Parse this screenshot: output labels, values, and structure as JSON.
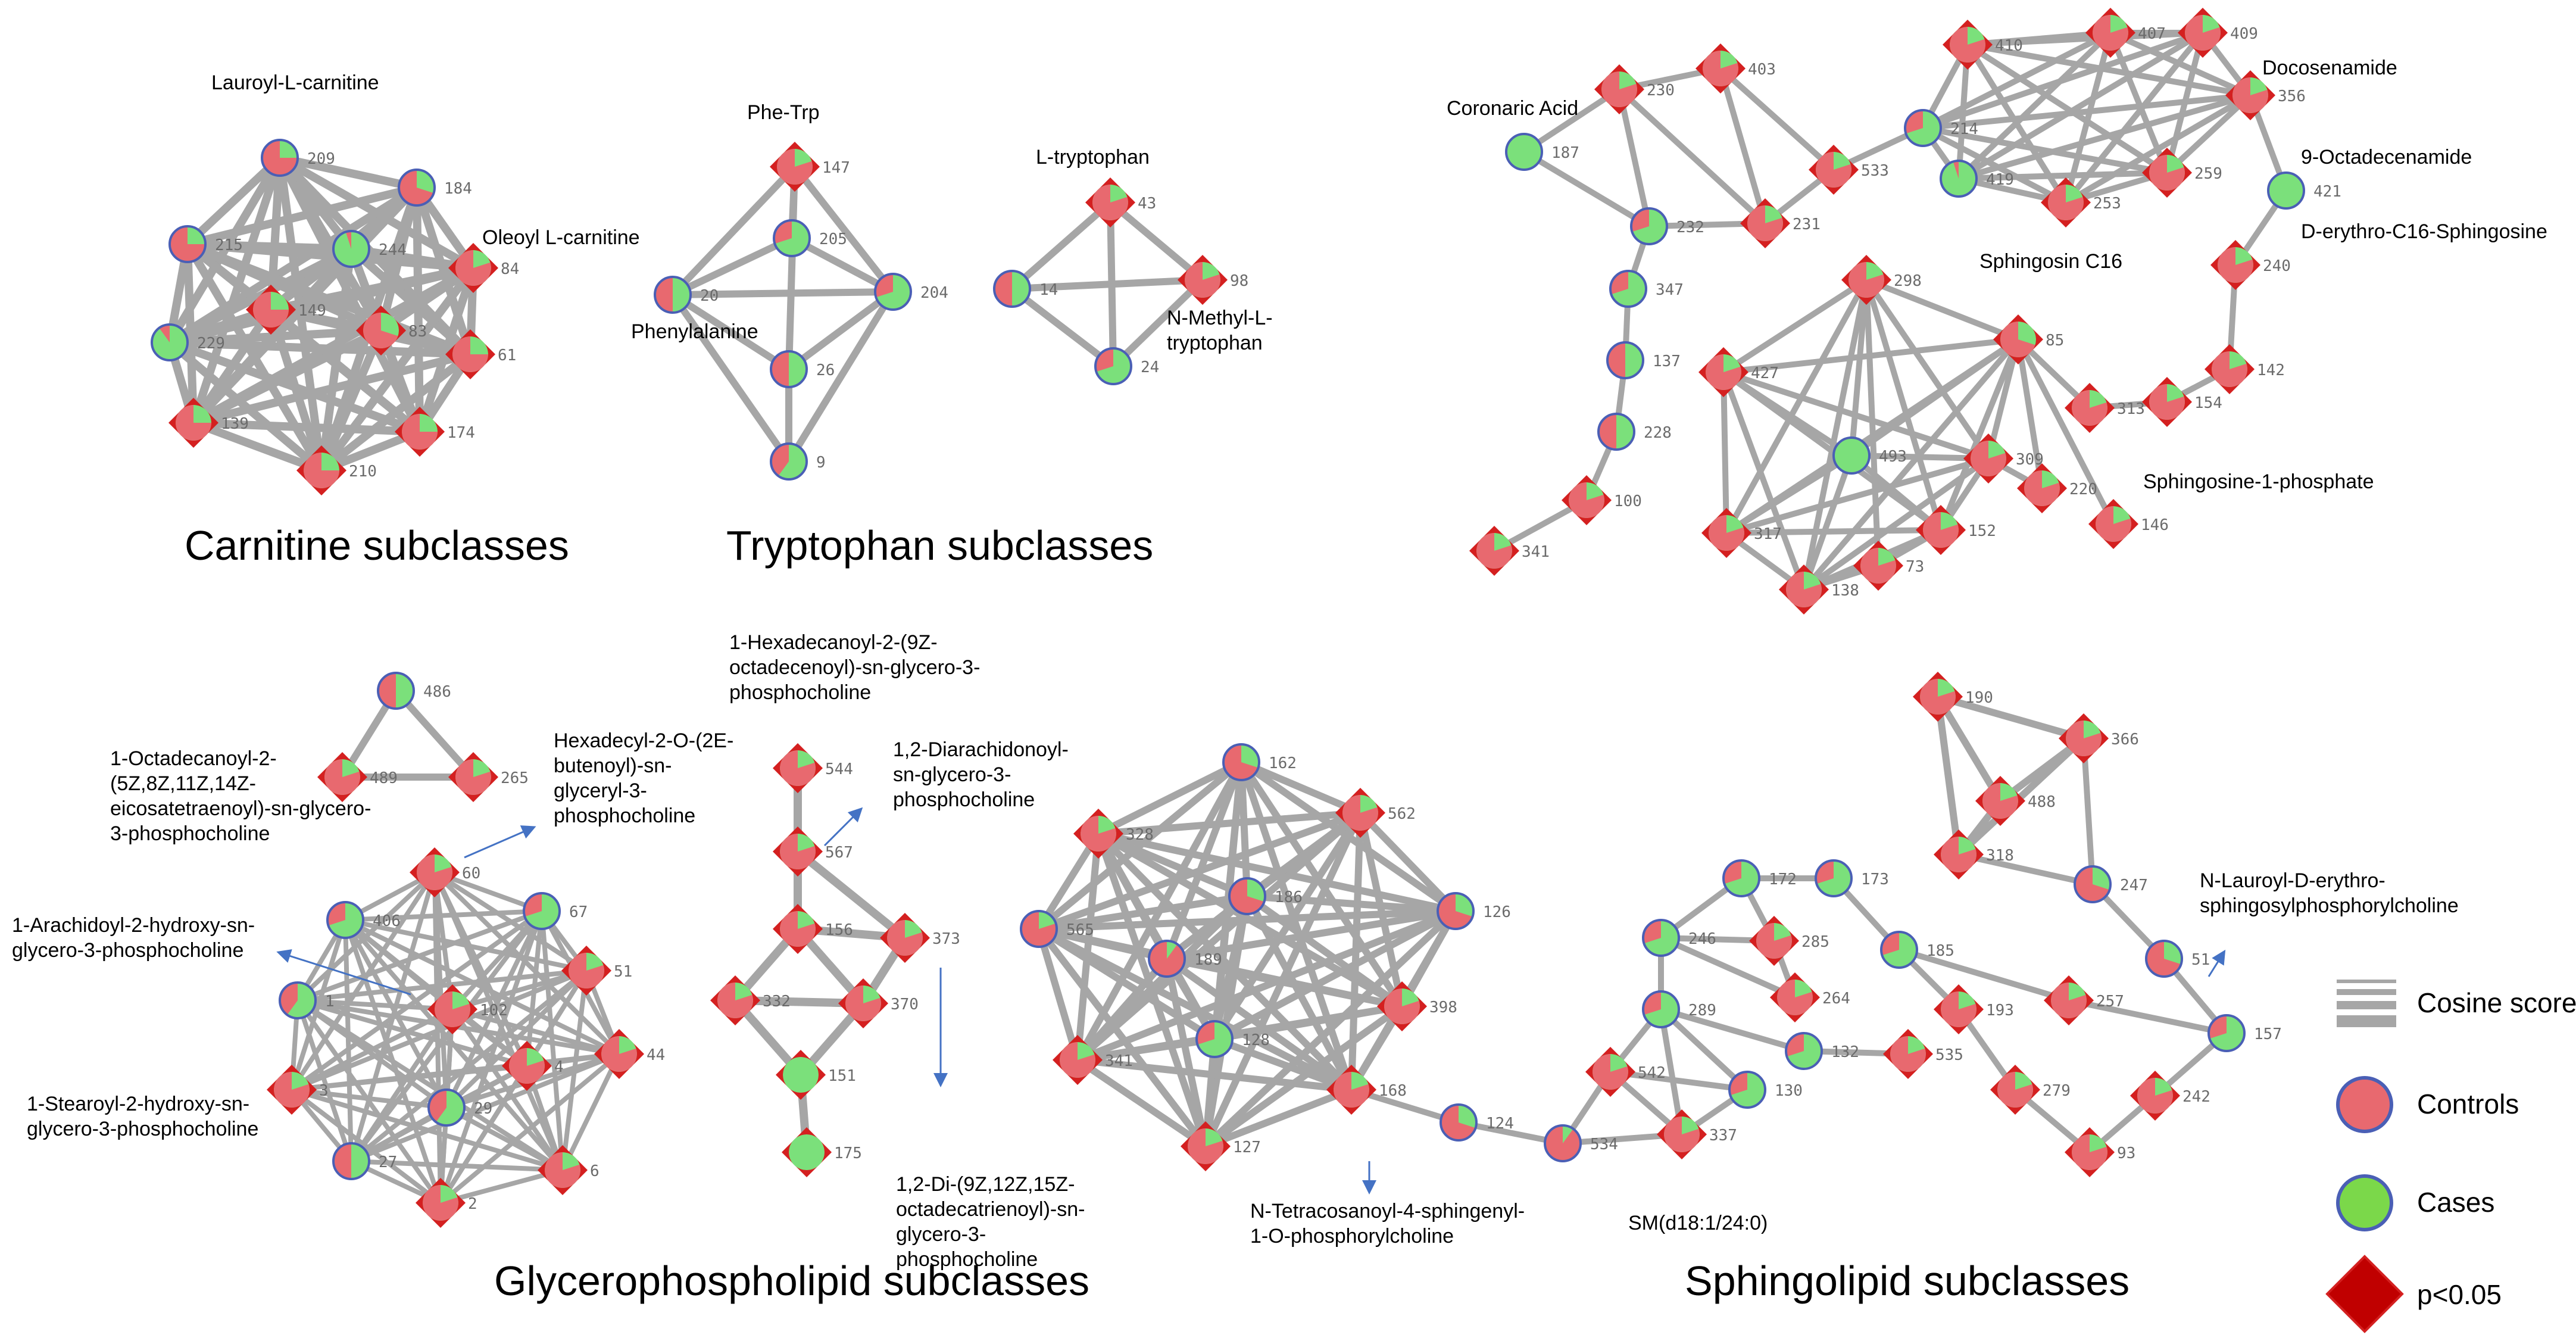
{
  "colors": {
    "control": "#e8696f",
    "case": "#7be07b",
    "circle_border": "#4a5fb5",
    "diamond_border": "#d42020",
    "edge": "#a6a6a6",
    "arrow": "#4472c4",
    "legend_diamond": "#c00000"
  },
  "titles": {
    "carnitine": "Carnitine subclasses",
    "tryptophan": "Tryptophan subclasses",
    "glycero": "Glycerophospholipid subclasses",
    "sphingo": "Sphingolipid subclasses"
  },
  "legend": {
    "cosine": "Cosine score",
    "controls": "Controls",
    "cases": "Cases",
    "pval": "p<0.05"
  },
  "labels": {
    "lauroyl": [
      "Lauroyl-L-carnitine"
    ],
    "oleoyl": [
      "Oleoyl L-carnitine"
    ],
    "phetrp": [
      "Phe-Trp"
    ],
    "phenylalanine": [
      "Phenylalanine"
    ],
    "ltryptophan": [
      "L-tryptophan"
    ],
    "nmethyl": [
      "N-Methyl-L-",
      "tryptophan"
    ],
    "coronaric": [
      "Coronaric Acid"
    ],
    "docosenamide": [
      "Docosenamide"
    ],
    "octadecenamide": [
      "9-Octadecenamide"
    ],
    "derythro": [
      "D-erythro-C16-Sphingosine"
    ],
    "sphingosinc16": [
      "Sphingosin C16"
    ],
    "s1p": [
      "Sphingosine-1-phosphate"
    ],
    "hexadecanoyl": [
      "1-Hexadecanoyl-2-(9Z-",
      "octadecenoyl)-sn-glycero-3-",
      "phosphocholine"
    ],
    "octadecanoyl": [
      "1-Octadecanoyl-2-",
      "(5Z,8Z,11Z,14Z-",
      "eicosatetraenoyl)-sn-glycero-",
      "3-phosphocholine"
    ],
    "hexadecyl": [
      "Hexadecyl-2-O-(2E-",
      "butenoyl)-sn-",
      "glyceryl-3-",
      "phosphocholine"
    ],
    "diarachidonoyl": [
      "1,2-Diarachidonoyl-",
      "sn-glycero-3-",
      "phosphocholine"
    ],
    "arachidoyl": [
      "1-Arachidoyl-2-hydroxy-sn-",
      "glycero-3-phosphocholine"
    ],
    "stearoyl": [
      "1-Stearoyl-2-hydroxy-sn-",
      "glycero-3-phosphocholine"
    ],
    "didi": [
      "1,2-Di-(9Z,12Z,15Z-",
      "octadecatrienoyl)-sn-",
      "glycero-3-",
      "phosphocholine"
    ],
    "tetracosanoyl": [
      "N-Tetracosanoyl-4-sphingenyl-",
      "1-O-phosphorylcholine"
    ],
    "sm": [
      "SM(d18:1/24:0)"
    ],
    "nlauroyl": [
      "N-Lauroyl-D-erythro-",
      "sphingosylphosphorylcholine"
    ]
  },
  "nodes": [
    {
      "id": "209",
      "shape": "circle",
      "pct": 75
    },
    {
      "id": "184",
      "shape": "circle",
      "pct": 70
    },
    {
      "id": "215",
      "shape": "circle",
      "pct": 75
    },
    {
      "id": "244",
      "shape": "circle",
      "pct": 5
    },
    {
      "id": "84",
      "shape": "diamond",
      "pct": 80
    },
    {
      "id": "149",
      "shape": "diamond",
      "pct": 75
    },
    {
      "id": "83",
      "shape": "diamond",
      "pct": 70
    },
    {
      "id": "229",
      "shape": "circle",
      "pct": 10
    },
    {
      "id": "61",
      "shape": "diamond",
      "pct": 75
    },
    {
      "id": "139",
      "shape": "diamond",
      "pct": 75
    },
    {
      "id": "174",
      "shape": "diamond",
      "pct": 75
    },
    {
      "id": "210",
      "shape": "diamond",
      "pct": 75
    },
    {
      "id": "147",
      "shape": "diamond",
      "pct": 80
    },
    {
      "id": "205",
      "shape": "circle",
      "pct": 30
    },
    {
      "id": "20",
      "shape": "circle",
      "pct": 50
    },
    {
      "id": "26",
      "shape": "circle",
      "pct": 50
    },
    {
      "id": "204",
      "shape": "circle",
      "pct": 30
    },
    {
      "id": "9",
      "shape": "circle",
      "pct": 40
    },
    {
      "id": "43",
      "shape": "diamond",
      "pct": 80
    },
    {
      "id": "14",
      "shape": "circle",
      "pct": 50
    },
    {
      "id": "98",
      "shape": "diamond",
      "pct": 80
    },
    {
      "id": "24",
      "shape": "circle",
      "pct": 30
    },
    {
      "id": "230",
      "shape": "diamond",
      "pct": 80
    },
    {
      "id": "403",
      "shape": "diamond",
      "pct": 80
    },
    {
      "id": "187",
      "shape": "circle",
      "pct": 0
    },
    {
      "id": "533",
      "shape": "diamond",
      "pct": 80
    },
    {
      "id": "232",
      "shape": "circle",
      "pct": 30
    },
    {
      "id": "231",
      "shape": "diamond",
      "pct": 80
    },
    {
      "id": "347",
      "shape": "circle",
      "pct": 30
    },
    {
      "id": "137",
      "shape": "circle",
      "pct": 50
    },
    {
      "id": "228",
      "shape": "circle",
      "pct": 50
    },
    {
      "id": "100",
      "shape": "diamond",
      "pct": 80
    },
    {
      "id": "341",
      "shape": "diamond",
      "pct": 80
    },
    {
      "id": "214",
      "shape": "circle",
      "pct": 30
    },
    {
      "id": "410",
      "shape": "diamond",
      "pct": 80
    },
    {
      "id": "407",
      "shape": "diamond",
      "pct": 80
    },
    {
      "id": "409",
      "shape": "diamond",
      "pct": 80
    },
    {
      "id": "356",
      "shape": "diamond",
      "pct": 80
    },
    {
      "id": "419",
      "shape": "circle",
      "pct": 5
    },
    {
      "id": "253",
      "shape": "diamond",
      "pct": 80
    },
    {
      "id": "259",
      "shape": "diamond",
      "pct": 80
    },
    {
      "id": "421",
      "shape": "circle",
      "pct": 0
    },
    {
      "id": "240",
      "shape": "diamond",
      "pct": 80
    },
    {
      "id": "298",
      "shape": "diamond",
      "pct": 80
    },
    {
      "id": "85",
      "shape": "diamond",
      "pct": 70
    },
    {
      "id": "427",
      "shape": "diamond",
      "pct": 80
    },
    {
      "id": "493",
      "shape": "circle",
      "pct": 0
    },
    {
      "id": "309",
      "shape": "diamond",
      "pct": 80
    },
    {
      "id": "313",
      "shape": "diamond",
      "pct": 80
    },
    {
      "id": "154",
      "shape": "diamond",
      "pct": 80
    },
    {
      "id": "142",
      "shape": "diamond",
      "pct": 80
    },
    {
      "id": "220",
      "shape": "diamond",
      "pct": 80
    },
    {
      "id": "146",
      "shape": "diamond",
      "pct": 80
    },
    {
      "id": "317",
      "shape": "diamond",
      "pct": 80
    },
    {
      "id": "152",
      "shape": "diamond",
      "pct": 80
    },
    {
      "id": "138",
      "shape": "diamond",
      "pct": 80
    },
    {
      "id": "73",
      "shape": "diamond",
      "pct": 80
    },
    {
      "id": "486",
      "shape": "circle",
      "pct": 50
    },
    {
      "id": "489",
      "shape": "diamond",
      "pct": 80
    },
    {
      "id": "265",
      "shape": "diamond",
      "pct": 80
    },
    {
      "id": "60",
      "shape": "diamond",
      "pct": 80
    },
    {
      "id": "406",
      "shape": "circle",
      "pct": 30
    },
    {
      "id": "67",
      "shape": "circle",
      "pct": 30
    },
    {
      "id": "51",
      "shape": "diamond",
      "pct": 80
    },
    {
      "id": "1",
      "shape": "circle",
      "pct": 40
    },
    {
      "id": "102",
      "shape": "diamond",
      "pct": 80
    },
    {
      "id": "44",
      "shape": "diamond",
      "pct": 80
    },
    {
      "id": "4",
      "shape": "diamond",
      "pct": 80
    },
    {
      "id": "3",
      "shape": "diamond",
      "pct": 80
    },
    {
      "id": "29",
      "shape": "circle",
      "pct": 40
    },
    {
      "id": "6",
      "shape": "diamond",
      "pct": 80
    },
    {
      "id": "27",
      "shape": "circle",
      "pct": 50
    },
    {
      "id": "2",
      "shape": "diamond",
      "pct": 80
    },
    {
      "id": "544",
      "shape": "diamond",
      "pct": 80
    },
    {
      "id": "567",
      "shape": "diamond",
      "pct": 80
    },
    {
      "id": "156",
      "shape": "diamond",
      "pct": 80
    },
    {
      "id": "373",
      "shape": "diamond",
      "pct": 80
    },
    {
      "id": "332",
      "shape": "diamond",
      "pct": 80
    },
    {
      "id": "370",
      "shape": "diamond",
      "pct": 80
    },
    {
      "id": "151",
      "shape": "diamond",
      "pct": 0
    },
    {
      "id": "175",
      "shape": "diamond",
      "pct": 0
    },
    {
      "id": "162",
      "shape": "circle",
      "pct": 70
    },
    {
      "id": "328",
      "shape": "diamond",
      "pct": 80
    },
    {
      "id": "562",
      "shape": "diamond",
      "pct": 80
    },
    {
      "id": "186",
      "shape": "circle",
      "pct": 70
    },
    {
      "id": "565",
      "shape": "circle",
      "pct": 80
    },
    {
      "id": "126",
      "shape": "circle",
      "pct": 70
    },
    {
      "id": "189",
      "shape": "circle",
      "pct": 90
    },
    {
      "id": "398",
      "shape": "diamond",
      "pct": 80
    },
    {
      "id": "128",
      "shape": "circle",
      "pct": 30
    },
    {
      "id": "341b",
      "shape": "diamond",
      "pct": 80,
      "label": "341"
    },
    {
      "id": "168",
      "shape": "diamond",
      "pct": 80
    },
    {
      "id": "127",
      "shape": "diamond",
      "pct": 80
    },
    {
      "id": "124",
      "shape": "circle",
      "pct": 70
    },
    {
      "id": "534",
      "shape": "circle",
      "pct": 90
    },
    {
      "id": "190",
      "shape": "diamond",
      "pct": 80
    },
    {
      "id": "366",
      "shape": "diamond",
      "pct": 80
    },
    {
      "id": "488",
      "shape": "diamond",
      "pct": 80
    },
    {
      "id": "318",
      "shape": "diamond",
      "pct": 80
    },
    {
      "id": "247",
      "shape": "circle",
      "pct": 70
    },
    {
      "id": "51b",
      "shape": "circle",
      "pct": 70,
      "label": "51"
    },
    {
      "id": "173",
      "shape": "circle",
      "pct": 30
    },
    {
      "id": "172",
      "shape": "circle",
      "pct": 30
    },
    {
      "id": "246",
      "shape": "circle",
      "pct": 30
    },
    {
      "id": "285",
      "shape": "diamond",
      "pct": 80
    },
    {
      "id": "185",
      "shape": "circle",
      "pct": 30
    },
    {
      "id": "264",
      "shape": "diamond",
      "pct": 80
    },
    {
      "id": "193",
      "shape": "diamond",
      "pct": 80
    },
    {
      "id": "257",
      "shape": "diamond",
      "pct": 80
    },
    {
      "id": "157",
      "shape": "circle",
      "pct": 30
    },
    {
      "id": "289",
      "shape": "circle",
      "pct": 30
    },
    {
      "id": "132",
      "shape": "circle",
      "pct": 30
    },
    {
      "id": "535",
      "shape": "diamond",
      "pct": 80
    },
    {
      "id": "542",
      "shape": "diamond",
      "pct": 80
    },
    {
      "id": "130",
      "shape": "circle",
      "pct": 30
    },
    {
      "id": "279",
      "shape": "diamond",
      "pct": 80
    },
    {
      "id": "242",
      "shape": "diamond",
      "pct": 80
    },
    {
      "id": "337",
      "shape": "diamond",
      "pct": 80
    },
    {
      "id": "93",
      "shape": "diamond",
      "pct": 80
    }
  ]
}
